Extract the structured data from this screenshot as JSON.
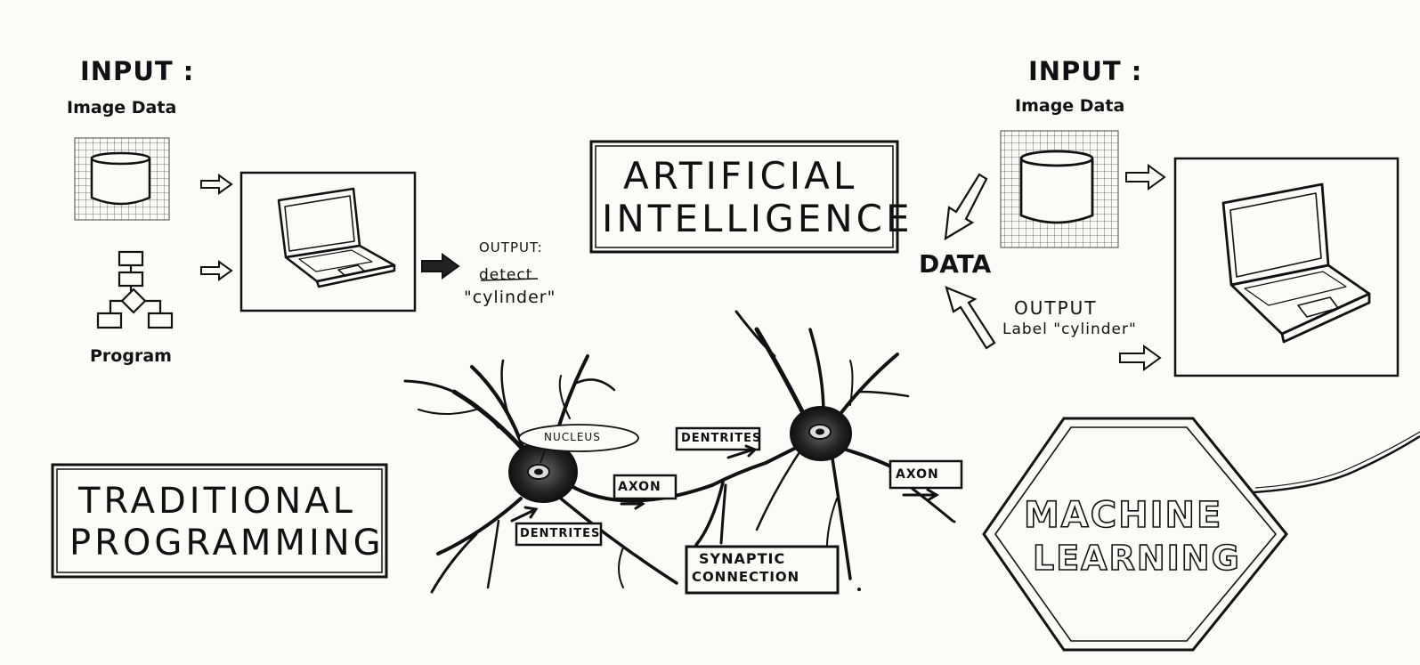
{
  "traditional": {
    "input_heading": "INPUT :",
    "input_sub": "Image Data",
    "program_label": "Program",
    "output_heading": "OUTPUT:",
    "output_line1": "detect",
    "output_line2": "\"cylinder\"",
    "title_line1": "TRADITIONAL",
    "title_line2": "PROGRAMMING"
  },
  "ai": {
    "title_line1": "ARTIFICIAL",
    "title_line2": "INTELLIGENCE"
  },
  "neuron": {
    "nucleus": "NUCLEUS",
    "dentrites_top": "DENTRITES",
    "dentrites_bottom": "DENTRITES",
    "axon_left": "AXON",
    "axon_right": "AXON",
    "synaptic_line1": "SYNAPTIC",
    "synaptic_line2": "CONNECTION"
  },
  "machine_learning": {
    "data_label": "DATA",
    "input_heading": "INPUT :",
    "input_sub": "Image Data",
    "output_heading": "OUTPUT",
    "output_sub": "Label \"cylinder\"",
    "title_line1": "MACHINE",
    "title_line2": "LEARNING"
  },
  "icons": [
    "grid-cylinder-icon",
    "flowchart-icon",
    "laptop-icon",
    "arrow-right-icon",
    "neuron-icon",
    "hexagon-frame"
  ]
}
